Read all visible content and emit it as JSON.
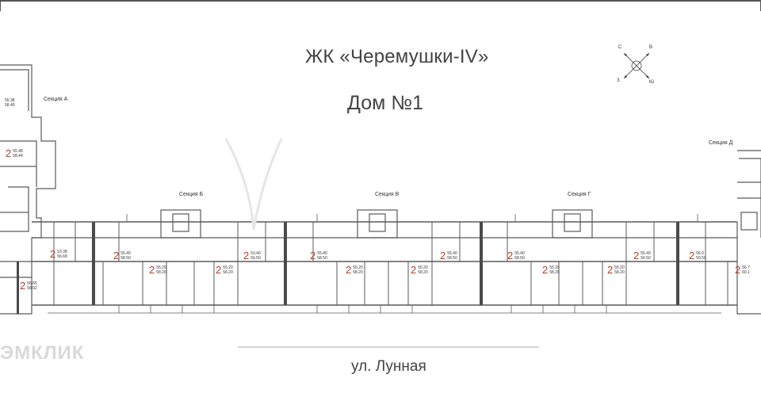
{
  "header": {
    "title": "ЖК «Черемушки-IV»",
    "subtitle": "Дом №1"
  },
  "street": "ул. Лунная",
  "watermark": "ЭМКЛИК",
  "compass": {
    "north": "С",
    "east": "В",
    "south": "Ю",
    "west": "З"
  },
  "sections": {
    "a": "Секция А",
    "b": "Секция Б",
    "v": "Секция В",
    "g": "Секция Г",
    "d": "Секция Д"
  },
  "apartments": [
    {
      "rooms": "",
      "area1": "55.38",
      "area2": "58.49"
    },
    {
      "rooms": "2",
      "area1": "55.48",
      "area2": "58.44"
    },
    {
      "rooms": "2",
      "area1": "55.65",
      "area2": "58.92"
    },
    {
      "rooms": "2",
      "area1": "53.38",
      "area2": "56.68"
    },
    {
      "rooms": "2",
      "area1": "55.40",
      "area2": "58.50"
    },
    {
      "rooms": "2",
      "area1": "55.20",
      "area2": "58.20"
    },
    {
      "rooms": "2",
      "area1": "55.20",
      "area2": "58.20"
    },
    {
      "rooms": "2",
      "area1": "53.40",
      "area2": "56.50"
    },
    {
      "rooms": "2",
      "area1": "55.40",
      "area2": "58.50"
    },
    {
      "rooms": "2",
      "area1": "55.20",
      "area2": "58.20"
    },
    {
      "rooms": "2",
      "area1": "55.20",
      "area2": "58.20"
    },
    {
      "rooms": "2",
      "area1": "55.40",
      "area2": "58.50"
    },
    {
      "rooms": "2",
      "area1": "55.40",
      "area2": "58.50"
    },
    {
      "rooms": "2",
      "area1": "55.20",
      "area2": "58.20"
    },
    {
      "rooms": "2",
      "area1": "55.20",
      "area2": "58.20"
    },
    {
      "rooms": "2",
      "area1": "55.40",
      "area2": "56.50"
    },
    {
      "rooms": "2",
      "area1": "56.0",
      "area2": "59.50"
    },
    {
      "rooms": "2",
      "area1": "56.7",
      "area2": "60.1"
    }
  ]
}
